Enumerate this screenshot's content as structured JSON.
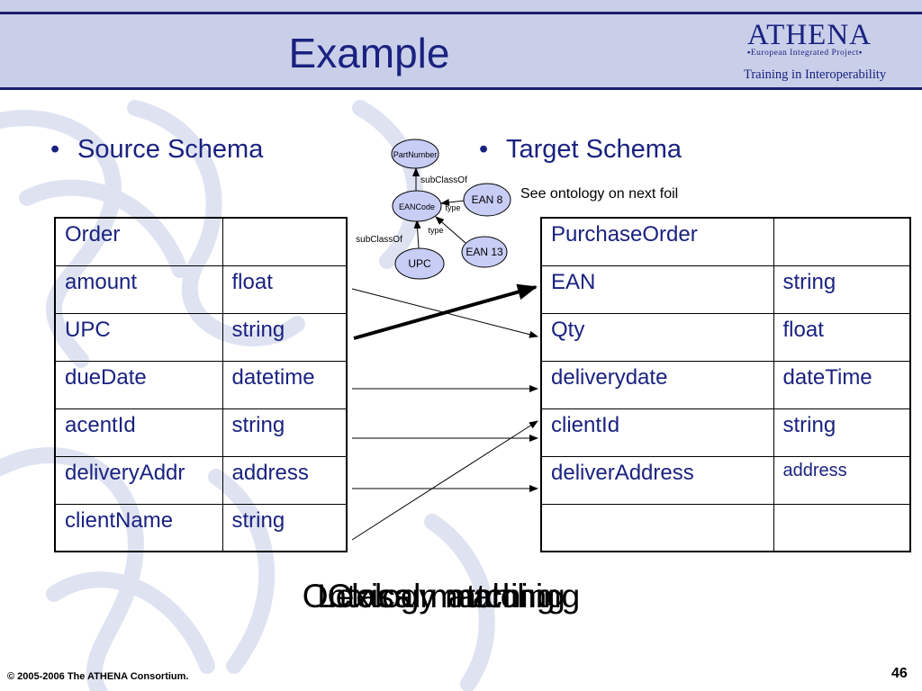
{
  "slide": {
    "title": "Example",
    "page_number": "46",
    "copyright": "© 2005-2006 The ATHENA Consortium."
  },
  "logo": {
    "name": "ATHENA",
    "subtitle": "▪European Integrated Project▪",
    "tagline": "Training in Interoperability"
  },
  "source": {
    "heading": "Source Schema",
    "header": [
      "Order",
      ""
    ],
    "rows": [
      [
        "amount",
        "float"
      ],
      [
        "UPC",
        "string"
      ],
      [
        "dueDate",
        "datetime"
      ],
      [
        "acentId",
        "string"
      ],
      [
        "deliveryAddr",
        "address"
      ],
      [
        "clientName",
        "string"
      ]
    ]
  },
  "target": {
    "heading": "Target Schema",
    "note": "See ontology on next foil",
    "header": [
      "PurchaseOrder",
      ""
    ],
    "rows": [
      [
        "EAN",
        "string"
      ],
      [
        "Qty",
        "float"
      ],
      [
        "deliverydate",
        "dateTime"
      ],
      [
        "clientId",
        "string"
      ],
      [
        "deliverAddress",
        "address"
      ],
      [
        "",
        ""
      ]
    ]
  },
  "ontology": {
    "nodes": [
      "PartNumber",
      "EANCode",
      "EAN 8",
      "EAN 13",
      "UPC"
    ],
    "edge_labels": [
      "subClassOf",
      "type",
      "type",
      "subClassOf"
    ]
  },
  "overlapping_captions": [
    "Ontology matching",
    "Lexical matching",
    "Class matching"
  ],
  "colors": {
    "accent": "#1a2280",
    "header_band": "#c9cfe9",
    "node_fill": "#c8cdf5"
  }
}
